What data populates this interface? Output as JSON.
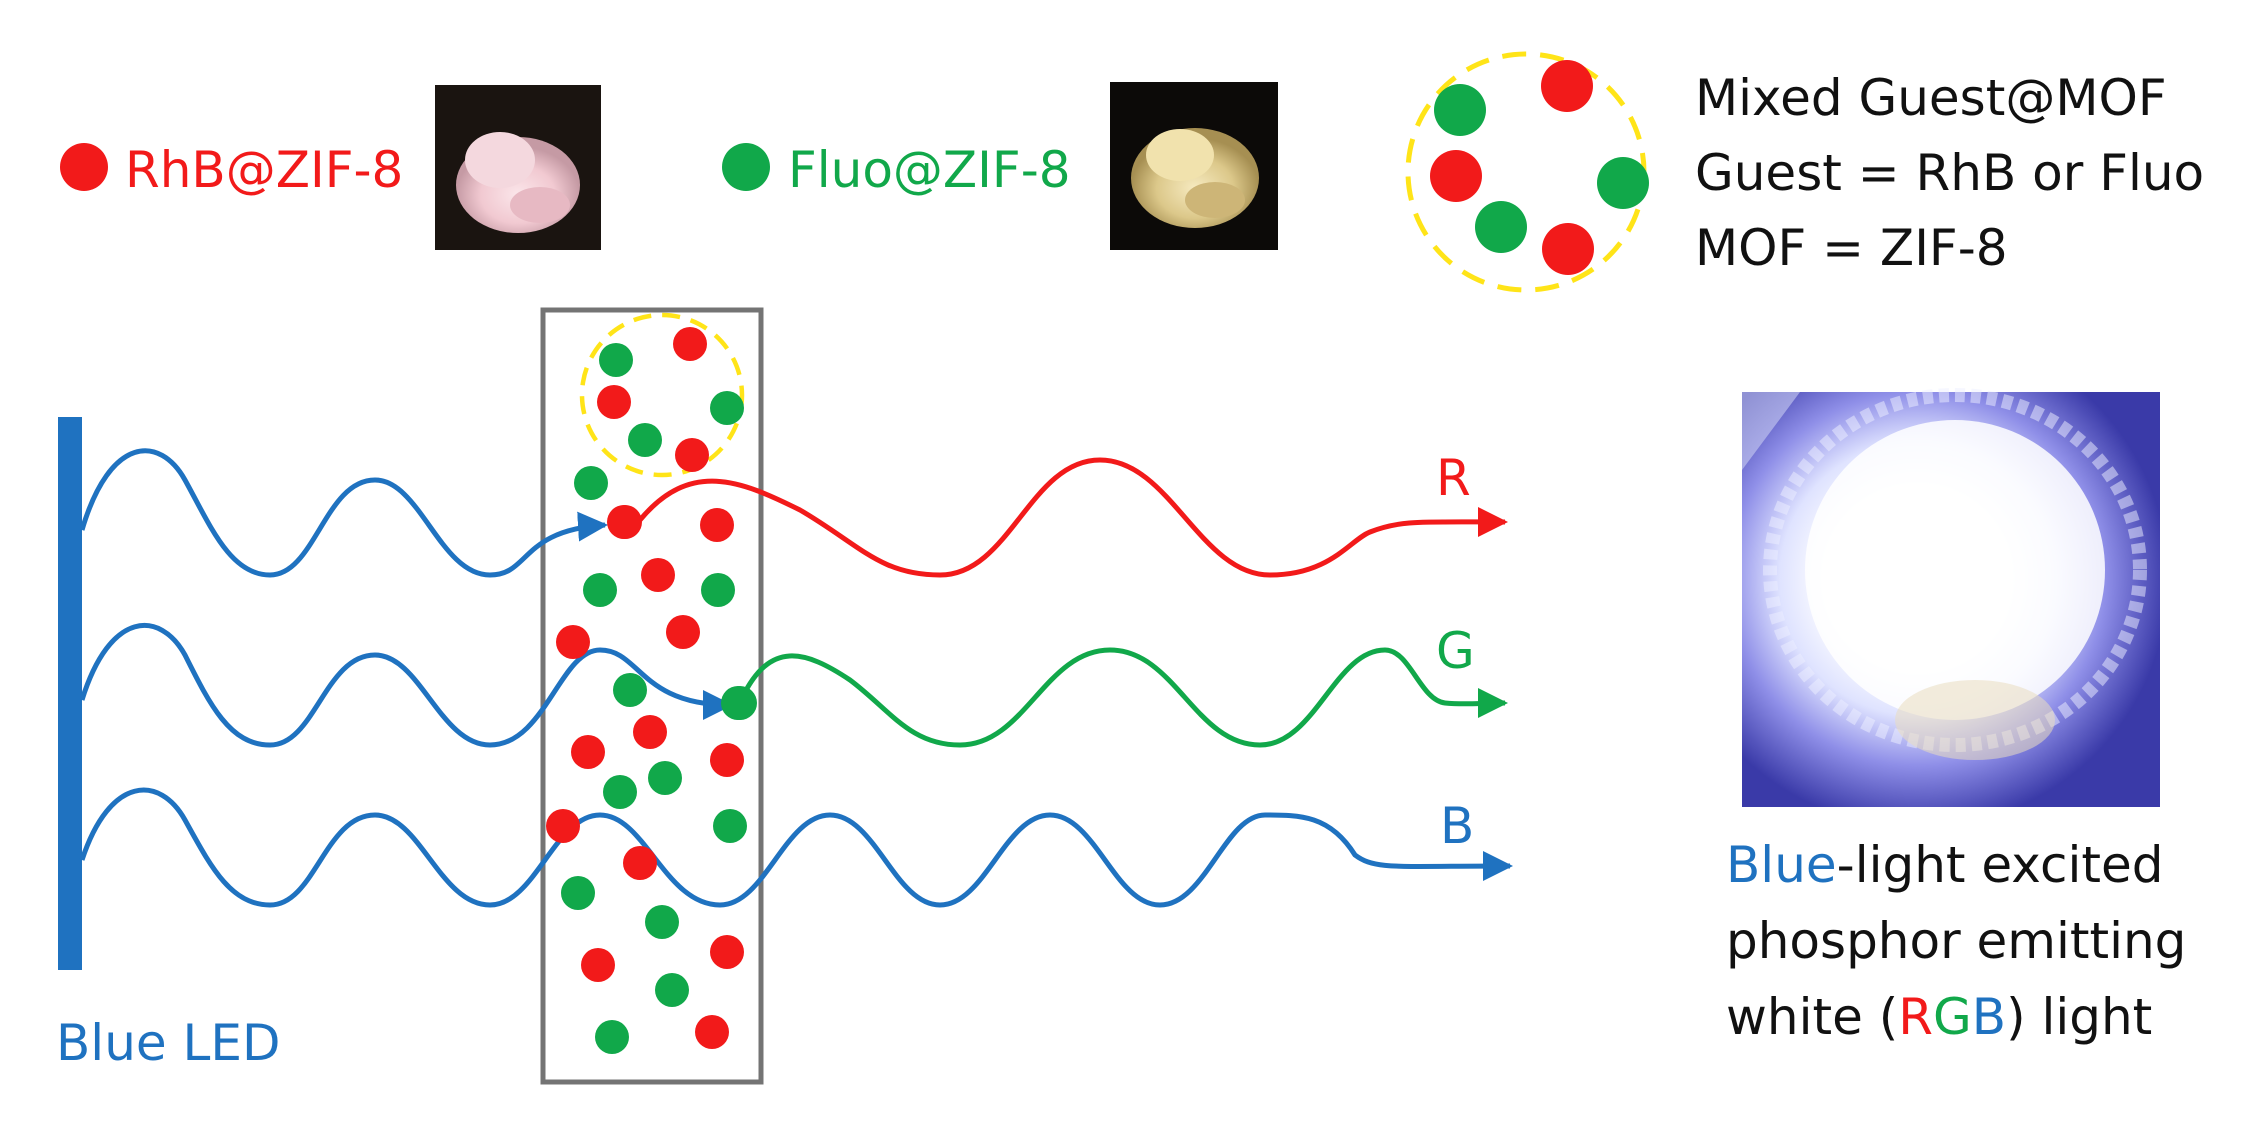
{
  "colors": {
    "red": "#f21a1a",
    "green": "#11a84a",
    "blue": "#1f72c0",
    "black": "#111111",
    "dashed_yellow": "#ffe418",
    "box_grey": "#747474"
  },
  "legend": {
    "rhb_label": "RhB@ZIF-8",
    "fluo_label": "Fluo@ZIF-8"
  },
  "mixed": {
    "line1": "Mixed Guest@MOF",
    "line2": "Guest = RhB or Fluo",
    "line3": "MOF = ZIF-8"
  },
  "waves": {
    "r_label": "R",
    "g_label": "G",
    "b_label": "B"
  },
  "led_label": "Blue LED",
  "caption": {
    "blue_word": "Blue",
    "line1_rest": "-light excited",
    "line2": "phosphor emitting",
    "line3_pre": "white (",
    "r": "R",
    "g": "G",
    "b": "B",
    "line3_post": ") light"
  }
}
